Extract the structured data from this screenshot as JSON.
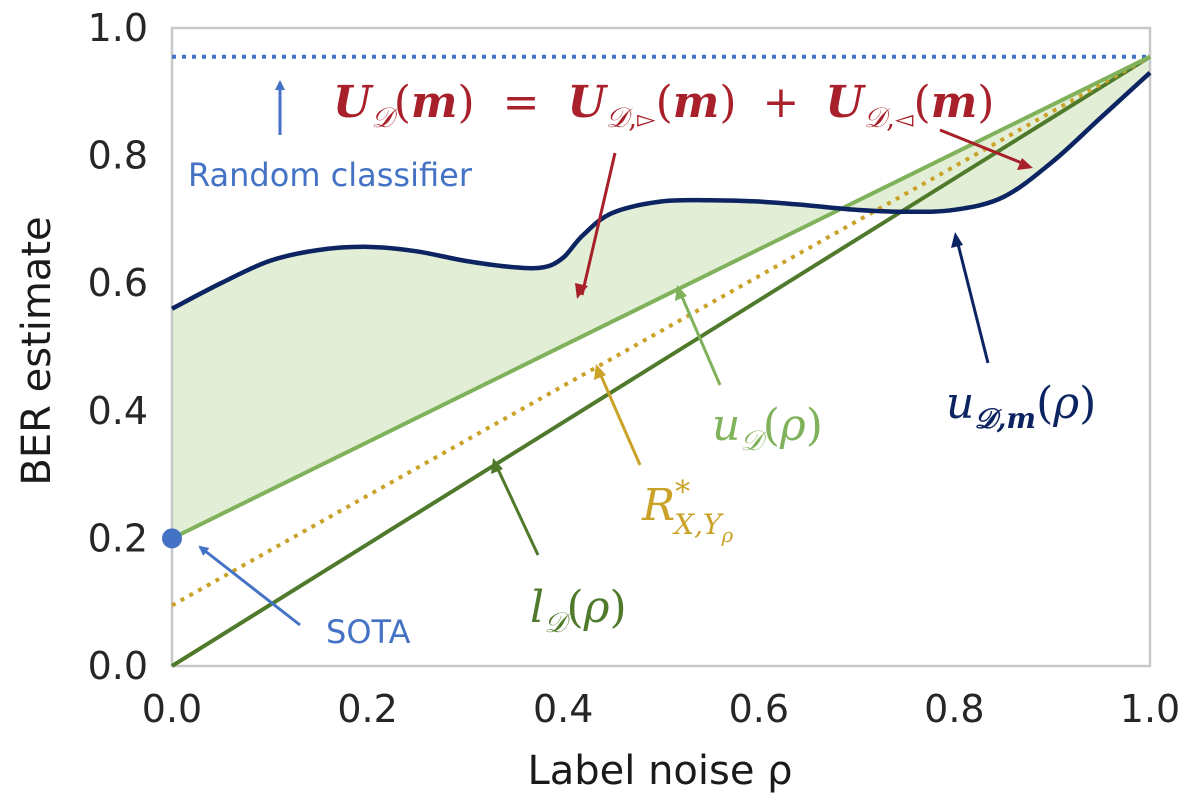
{
  "colors": {
    "random": "#4472c4",
    "upper_region": "#a8202a",
    "u_D": "#7fb25a",
    "u_Dm": "#0c2461",
    "R": "#c9a227",
    "l_D": "#4f7a2b",
    "sota": "#4472c4",
    "fill": "#e3eed6",
    "axis": "#c8c8c8"
  },
  "chart_data": {
    "type": "line",
    "xlabel": "Label noise ρ",
    "ylabel": "BER estimate",
    "xlim": [
      0,
      1
    ],
    "ylim": [
      0,
      1
    ],
    "xticks": [
      "0.0",
      "0.2",
      "0.4",
      "0.6",
      "0.8",
      "1.0"
    ],
    "yticks": [
      "0.0",
      "0.2",
      "0.4",
      "0.6",
      "0.8",
      "1.0"
    ],
    "grid": false,
    "series": [
      {
        "key": "random",
        "style": "dotted",
        "x": [
          0,
          1
        ],
        "y": [
          0.955,
          0.955
        ]
      },
      {
        "key": "u_D",
        "style": "solid",
        "x": [
          0,
          1
        ],
        "y": [
          0.2,
          0.955
        ]
      },
      {
        "key": "R",
        "style": "dotted",
        "x": [
          0,
          1
        ],
        "y": [
          0.095,
          0.955
        ]
      },
      {
        "key": "l_D",
        "style": "solid",
        "x": [
          0,
          1
        ],
        "y": [
          0.0,
          0.955
        ]
      },
      {
        "key": "u_Dm",
        "style": "solid",
        "x": [
          0,
          0.05,
          0.1,
          0.15,
          0.2,
          0.25,
          0.3,
          0.35,
          0.38,
          0.4,
          0.42,
          0.45,
          0.5,
          0.55,
          0.6,
          0.65,
          0.7,
          0.75,
          0.8,
          0.85,
          0.9,
          0.95,
          1.0
        ],
        "y": [
          0.56,
          0.6,
          0.635,
          0.652,
          0.657,
          0.65,
          0.635,
          0.625,
          0.625,
          0.64,
          0.675,
          0.71,
          0.728,
          0.73,
          0.728,
          0.722,
          0.715,
          0.712,
          0.715,
          0.735,
          0.79,
          0.86,
          0.93
        ]
      }
    ],
    "points": [
      {
        "key": "sota",
        "x": 0,
        "y": 0.2
      }
    ],
    "annotations": {
      "random": {
        "label": "Random classifier"
      },
      "sota": {
        "label": "SOTA"
      },
      "U": {
        "U": "U",
        "D": "𝒟",
        "m": "m",
        "eq": "=",
        "plus": "+",
        "right": "▻",
        "left": "◅"
      },
      "u_D": {
        "u": "u",
        "D": "𝒟",
        "rho": "ρ"
      },
      "u_Dm": {
        "u": "u",
        "sub": "𝒟,m",
        "rho": "ρ"
      },
      "R": {
        "R": "R",
        "star": "*",
        "sub": "X,Y",
        "subsub": "ρ"
      },
      "l_D": {
        "l": "l",
        "D": "𝒟",
        "rho": "ρ"
      }
    }
  }
}
